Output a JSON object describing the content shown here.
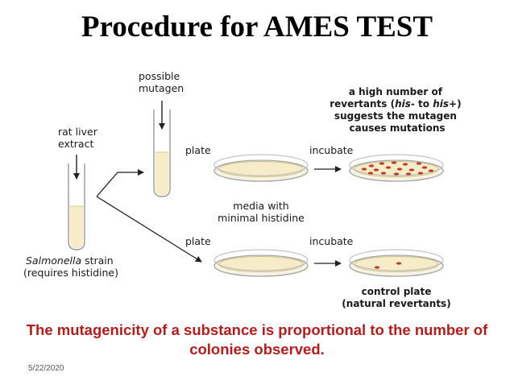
{
  "slide": {
    "title": "Procedure for AMES TEST",
    "caption_line1": "The mutagenicity of a substance is proportional to the number of",
    "caption_line2": "colonies observed.",
    "date": "5/22/2020"
  },
  "diagram": {
    "rat_liver_line1": "rat liver",
    "rat_liver_line2": "extract",
    "possible_mutagen_line1": "possible",
    "possible_mutagen_line2": "mutagen",
    "strain_italic": "Salmonella",
    "strain_rest": " strain",
    "strain_note": "(requires histidine)",
    "plate_top": "plate",
    "plate_bottom": "plate",
    "incubate_top": "incubate",
    "incubate_bottom": "incubate",
    "media_line1": "media with",
    "media_line2": "minimal histidine",
    "result_line1": "a high number of",
    "result_line2_a": "revertants (",
    "result_line2_his1": "his",
    "result_line2_b": "- to ",
    "result_line2_his2": "his",
    "result_line2_c": "+)",
    "result_line3": "suggests the mutagen",
    "result_line4": "causes mutations",
    "control_line1": "control plate",
    "control_line2": "(natural revertants)"
  },
  "colors": {
    "title": "#000000",
    "caption": "#b71c1c",
    "medium": "#f6edc8",
    "colony": "#c0392b"
  }
}
